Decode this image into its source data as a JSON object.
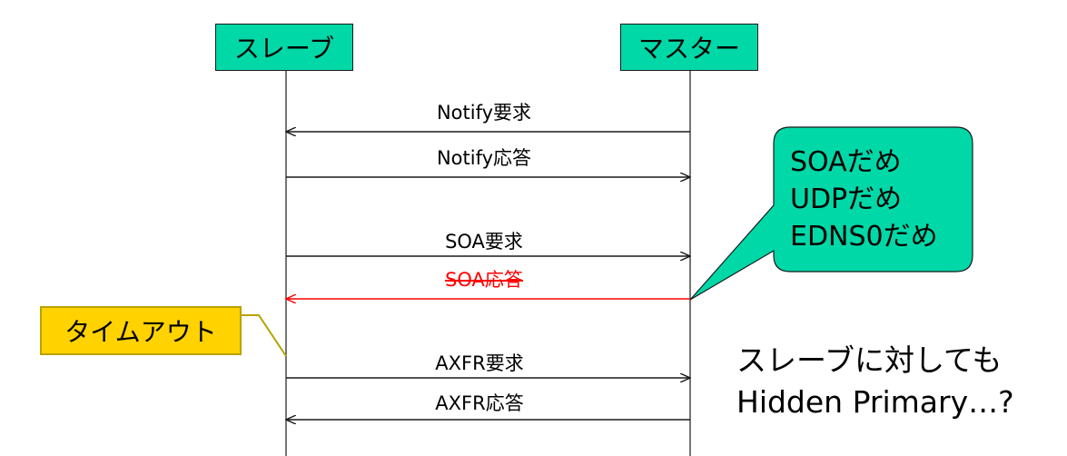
{
  "colors": {
    "actor_fill": "#00d8a8",
    "callout_fill": "#00d8a8",
    "timeout_fill": "#ffd200",
    "failed_message": "#ff0000",
    "line": "#1a1a1a"
  },
  "actors": {
    "slave": "スレーブ",
    "master": "マスター"
  },
  "messages": [
    {
      "label": "Notify要求",
      "from": "master",
      "to": "slave",
      "failed": false
    },
    {
      "label": "Notify応答",
      "from": "slave",
      "to": "master",
      "failed": false
    },
    {
      "label": "SOA要求",
      "from": "slave",
      "to": "master",
      "failed": false
    },
    {
      "label": "SOA応答",
      "from": "master",
      "to": "slave",
      "failed": true
    },
    {
      "label": "AXFR要求",
      "from": "slave",
      "to": "master",
      "failed": false
    },
    {
      "label": "AXFR応答",
      "from": "master",
      "to": "slave",
      "failed": false
    }
  ],
  "callout": {
    "lines": [
      "SOAだめ",
      "UDPだめ",
      "EDNS0だめ"
    ]
  },
  "timeout": {
    "label": "タイムアウト"
  },
  "note": {
    "line1": "スレーブに対しても",
    "line2": "Hidden Primary…?"
  }
}
